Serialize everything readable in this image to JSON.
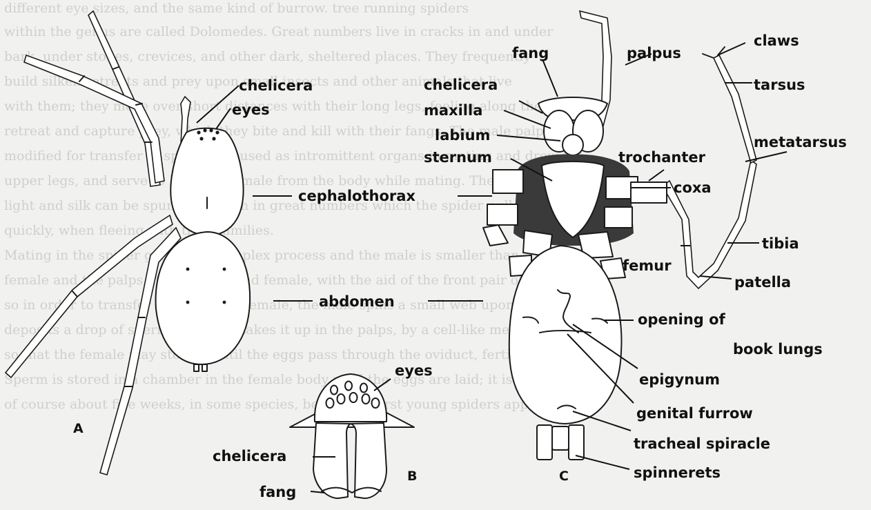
{
  "background_text": [
    "different eye sizes, and the same kind of burrow. tree running spiders",
    "within the genus are called Dolomedes. Great numbers live in cracks in and under",
    "bark, under stones, crevices, and other dark, sheltered places. They frequently",
    "build silken retreats and prey upon small insects and other animals that live",
    "with them; they move over short distances with their long legs, feeling along the",
    "retreat and capture prey, which they bite and kill with their fangs. The male palpus,",
    "modified for transfer of sperm, are used as intromittent organs in mating and drew the",
    "upper legs, and serve to hold the female from the body while mating. The spinnerets",
    "light and silk can be spun from them in great numbers which the spider pull the",
    "quickly, when fleeing with their families.",
    "Mating in the spider group is a complex process and the male is smaller than",
    "female and the palps of both male and female, with the aid of the front pair of legs, do",
    "so in order to transfer sperm to the female, the male spins a small web upon which he",
    "deposits a drop of sperm, and then takes it up in the palps, by a cell-like mechanism,",
    "so that the female may store it until the eggs pass through the oviduct, fertilized.",
    "Sperm is stored in a chamber in the female body until the eggs are laid; it is",
    "of course about five weeks, in some species, before the first young spiders appear."
  ],
  "panels": {
    "a": "A",
    "b": "B",
    "c": "C"
  },
  "labels": {
    "chelicera_a": "chelicera",
    "eyes_a": "eyes",
    "cephalothorax": "cephalothorax",
    "abdomen": "abdomen",
    "fang_c": "fang",
    "palpus": "palpus",
    "chelicera_c": "chelicera",
    "maxilla": "maxilla",
    "labium": "labium",
    "sternum": "sternum",
    "claws": "claws",
    "tarsus": "tarsus",
    "metatarsus": "metatarsus",
    "trochanter": "trochanter",
    "coxa": "coxa",
    "tibia": "tibia",
    "femur": "femur",
    "patella": "patella",
    "opening_of": "opening of",
    "book_lungs": "book lungs",
    "epigynum": "epigynum",
    "genital_furrow": "genital furrow",
    "tracheal_spiracle": "tracheal spiracle",
    "spinnerets": "spinnerets",
    "eyes_b": "eyes",
    "chelicera_b": "chelicera",
    "fang_b": "fang"
  },
  "colors": {
    "paper": "#f1f1ef",
    "ink": "#1a1a1a",
    "bleed": "#cfcfcc"
  }
}
